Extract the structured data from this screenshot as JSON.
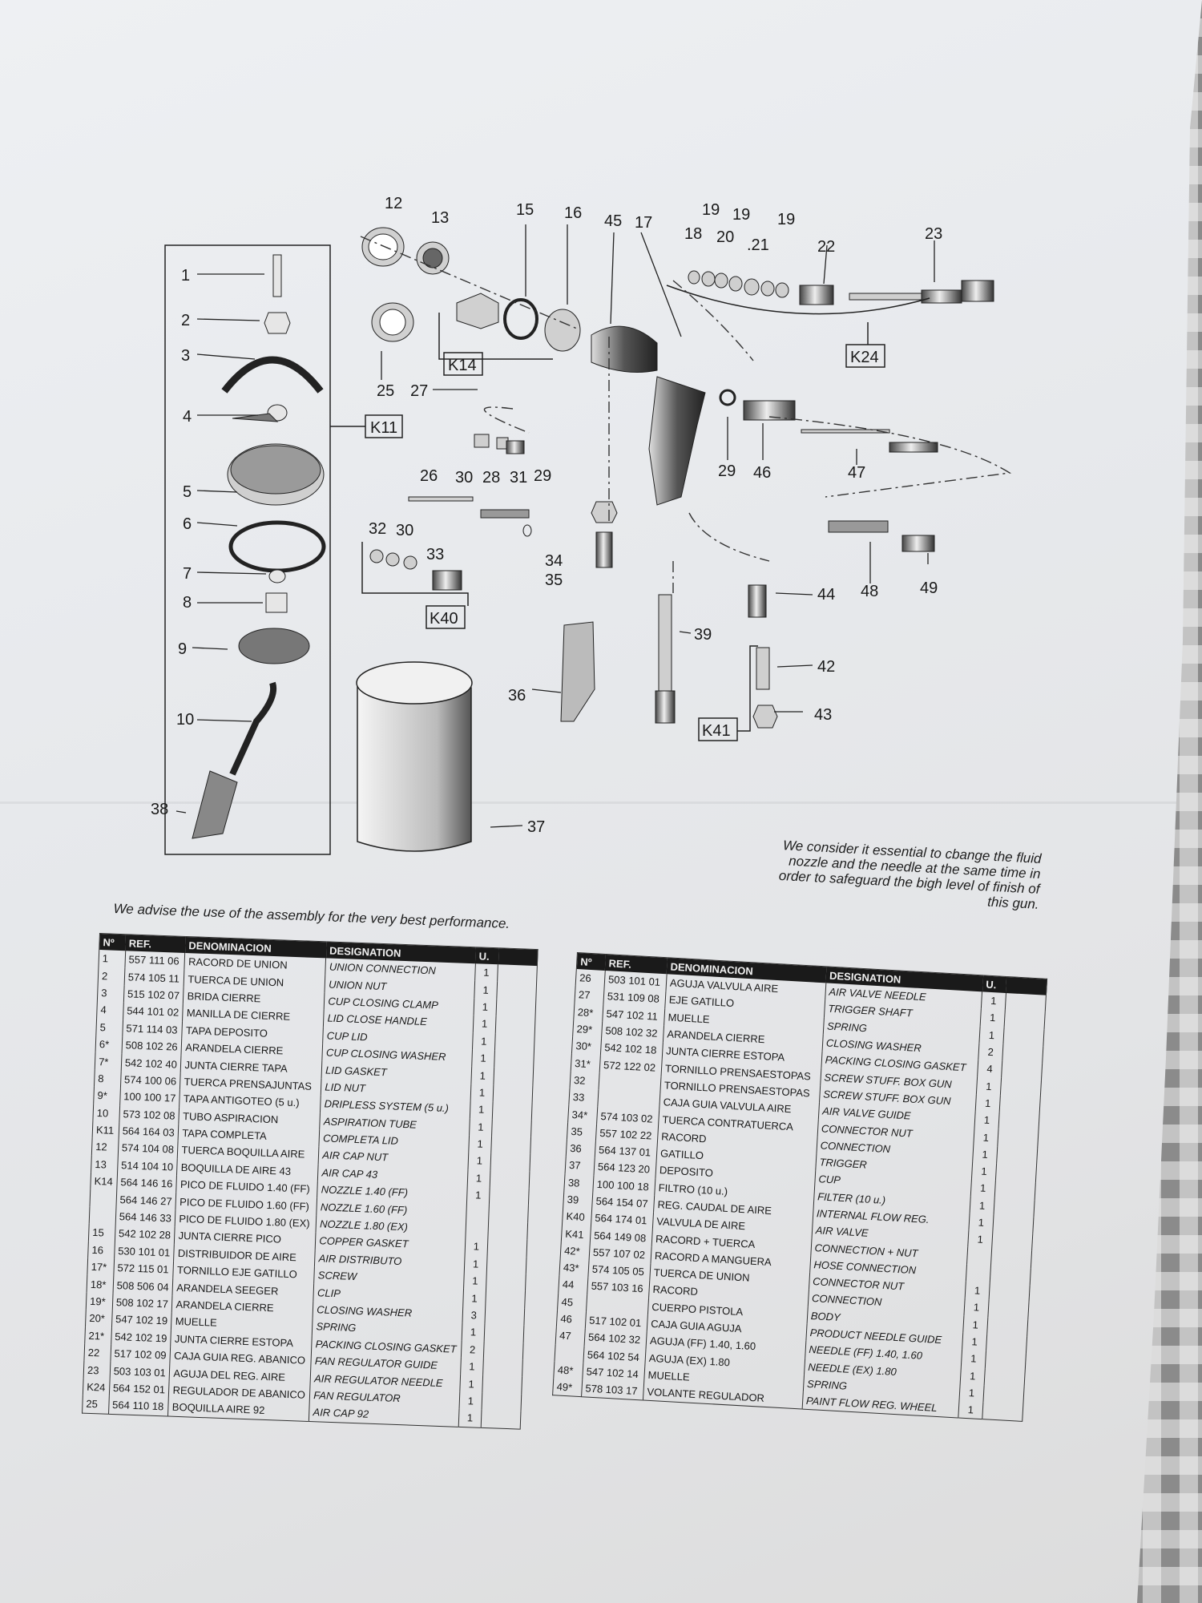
{
  "diagram": {
    "callouts": [
      "1",
      "2",
      "3",
      "4",
      "5",
      "6",
      "7",
      "8",
      "9",
      "10",
      "38",
      "12",
      "13",
      "15",
      "16",
      "45",
      "17",
      "18",
      "19",
      "20",
      ".21",
      "19",
      "19",
      "22",
      "23",
      "25",
      "27",
      "26",
      "30",
      "28",
      "31",
      "29",
      "32",
      "30",
      "33",
      "34",
      "35",
      "36",
      "37",
      "39",
      "29",
      "46",
      "47",
      "44",
      "48",
      "49",
      "42",
      "43"
    ],
    "kits": [
      "K11",
      "K14",
      "K24",
      "K40",
      "K41"
    ]
  },
  "notes": {
    "essential": "We consider it essential to cbange the fluid nozzle and the needle at the same time in order to safeguard the bigh level of finish of this gun.",
    "advise": "We advise the use of the assembly for the very best performance."
  },
  "table_headers": {
    "no": "Nº",
    "ref": "REF.",
    "den": "DENOMINACION",
    "des": "DESIGNATION",
    "u": "U."
  },
  "table_left": [
    [
      "1",
      "557 111 06",
      "RACORD DE UNION",
      "UNION CONNECTION",
      "1"
    ],
    [
      "2",
      "574 105 11",
      "TUERCA DE UNION",
      "UNION NUT",
      "1"
    ],
    [
      "3",
      "515 102 07",
      "BRIDA CIERRE",
      "CUP CLOSING CLAMP",
      "1"
    ],
    [
      "4",
      "544 101 02",
      "MANILLA DE CIERRE",
      "LID CLOSE HANDLE",
      "1"
    ],
    [
      "5",
      "571 114 03",
      "TAPA DEPOSITO",
      "CUP LID",
      "1"
    ],
    [
      "6*",
      "508 102 26",
      "ARANDELA CIERRE",
      "CUP CLOSING WASHER",
      "1"
    ],
    [
      "7*",
      "542 102 40",
      "JUNTA CIERRE TAPA",
      "LID GASKET",
      "1"
    ],
    [
      "8",
      "574 100 06",
      "TUERCA PRENSAJUNTAS",
      "LID NUT",
      "1"
    ],
    [
      "9*",
      "100 100 17",
      "TAPA ANTIGOTEO (5 u.)",
      "DRIPLESS SYSTEM (5 u.)",
      "1"
    ],
    [
      "10",
      "573 102 08",
      "TUBO ASPIRACION",
      "ASPIRATION TUBE",
      "1"
    ],
    [
      "K11",
      "564 164 03",
      "TAPA COMPLETA",
      "COMPLETA LID",
      "1"
    ],
    [
      "12",
      "574 104 08",
      "TUERCA BOQUILLA AIRE",
      "AIR CAP NUT",
      "1"
    ],
    [
      "13",
      "514 104 10",
      "BOQUILLA DE AIRE 43",
      "AIR CAP 43",
      "1"
    ],
    [
      "K14",
      "564 146 16",
      "PICO DE FLUIDO 1.40 (FF)",
      "NOZZLE 1.40 (FF)",
      "1"
    ],
    [
      "",
      "564 146 27",
      "PICO DE FLUIDO 1.60 (FF)",
      "NOZZLE 1.60 (FF)",
      ""
    ],
    [
      "",
      "564 146 33",
      "PICO DE FLUIDO 1.80 (EX)",
      "NOZZLE 1.80 (EX)",
      ""
    ],
    [
      "15",
      "542 102 28",
      "JUNTA CIERRE PICO",
      "COPPER GASKET",
      "1"
    ],
    [
      "16",
      "530 101 01",
      "DISTRIBUIDOR DE AIRE",
      "AIR DISTRIBUTO",
      "1"
    ],
    [
      "17*",
      "572 115 01",
      "TORNILLO EJE GATILLO",
      "SCREW",
      "1"
    ],
    [
      "18*",
      "508 506 04",
      "ARANDELA SEEGER",
      "CLIP",
      "1"
    ],
    [
      "19*",
      "508 102 17",
      "ARANDELA CIERRE",
      "CLOSING WASHER",
      "3"
    ],
    [
      "20*",
      "547 102 19",
      "MUELLE",
      "SPRING",
      "1"
    ],
    [
      "21*",
      "542 102 19",
      "JUNTA CIERRE ESTOPA",
      "PACKING CLOSING GASKET",
      "2"
    ],
    [
      "22",
      "517 102 09",
      "CAJA GUIA REG. ABANICO",
      "FAN REGULATOR GUIDE",
      "1"
    ],
    [
      "23",
      "503 103 01",
      "AGUJA DEL REG. AIRE",
      "AIR REGULATOR NEEDLE",
      "1"
    ],
    [
      "K24",
      "564 152 01",
      "REGULADOR DE ABANICO",
      "FAN REGULATOR",
      "1"
    ],
    [
      "25",
      "564 110 18",
      "BOQUILLA AIRE 92",
      "AIR CAP 92",
      "1"
    ]
  ],
  "table_right": [
    [
      "26",
      "503 101 01",
      "AGUJA VALVULA AIRE",
      "AIR VALVE NEEDLE",
      "1"
    ],
    [
      "27",
      "531 109 08",
      "EJE GATILLO",
      "TRIGGER SHAFT",
      "1"
    ],
    [
      "28*",
      "547 102 11",
      "MUELLE",
      "SPRING",
      "1"
    ],
    [
      "29*",
      "508 102 32",
      "ARANDELA CIERRE",
      "CLOSING WASHER",
      "2"
    ],
    [
      "30*",
      "542 102 18",
      "JUNTA CIERRE ESTOPA",
      "PACKING CLOSING GASKET",
      "4"
    ],
    [
      "31*",
      "572 122 02",
      "TORNILLO PRENSAESTOPAS",
      "SCREW STUFF. BOX GUN",
      "1"
    ],
    [
      "32",
      "",
      "TORNILLO PRENSAESTOPAS",
      "SCREW STUFF. BOX GUN",
      "1"
    ],
    [
      "33",
      "",
      "CAJA GUIA VALVULA AIRE",
      "AIR VALVE GUIDE",
      "1"
    ],
    [
      "34*",
      "574 103 02",
      "TUERCA CONTRATUERCA",
      "CONNECTOR NUT",
      "1"
    ],
    [
      "35",
      "557 102 22",
      "RACORD",
      "CONNECTION",
      "1"
    ],
    [
      "36",
      "564 137 01",
      "GATILLO",
      "TRIGGER",
      "1"
    ],
    [
      "37",
      "564 123 20",
      "DEPOSITO",
      "CUP",
      "1"
    ],
    [
      "38",
      "100 100 18",
      "FILTRO (10 u.)",
      "FILTER (10 u.)",
      "1"
    ],
    [
      "39",
      "564 154 07",
      "REG. CAUDAL DE AIRE",
      "INTERNAL FLOW REG.",
      "1"
    ],
    [
      "K40",
      "564 174 01",
      "VALVULA DE AIRE",
      "AIR VALVE",
      "1"
    ],
    [
      "K41",
      "564 149 08",
      "RACORD + TUERCA",
      "CONNECTION + NUT",
      ""
    ],
    [
      "42*",
      "557 107 02",
      "RACORD A MANGUERA",
      "HOSE CONNECTION",
      ""
    ],
    [
      "43*",
      "574 105 05",
      "TUERCA DE UNION",
      "CONNECTOR NUT",
      "1"
    ],
    [
      "44",
      "557 103 16",
      "RACORD",
      "CONNECTION",
      "1"
    ],
    [
      "45",
      "",
      "CUERPO PISTOLA",
      "BODY",
      "1"
    ],
    [
      "46",
      "517 102 01",
      "CAJA GUIA AGUJA",
      "PRODUCT NEEDLE GUIDE",
      "1"
    ],
    [
      "47",
      "564 102 32",
      "AGUJA (FF) 1.40, 1.60",
      "NEEDLE (FF) 1.40, 1.60",
      "1"
    ],
    [
      "",
      "564 102 54",
      "AGUJA (EX) 1.80",
      "NEEDLE (EX) 1.80",
      "1"
    ],
    [
      "48*",
      "547 102 14",
      "MUELLE",
      "SPRING",
      "1"
    ],
    [
      "49*",
      "578 103 17",
      "VOLANTE REGULADOR",
      "PAINT FLOW REG. WHEEL",
      "1"
    ]
  ]
}
